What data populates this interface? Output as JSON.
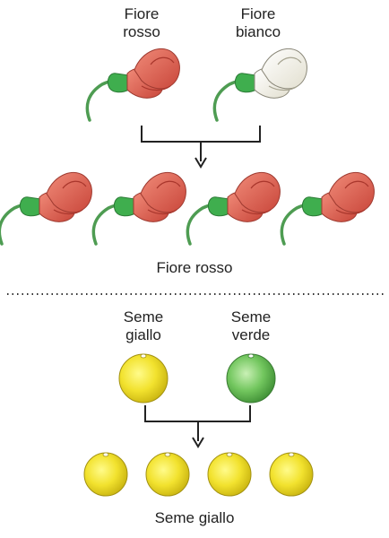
{
  "top": {
    "parent_left_label": "Fiore\nrosso",
    "parent_right_label": "Fiore\nbianco",
    "offspring_label": "Fiore rosso",
    "offspring_count": 4,
    "colors": {
      "red_petal": "#e36a5c",
      "red_dark": "#c0453a",
      "white_petal": "#f6f4ea",
      "sepal": "#4caf50",
      "stem": "#57a55a"
    }
  },
  "bottom": {
    "parent_left_label": "Seme\ngiallo",
    "parent_right_label": "Seme\nverde",
    "offspring_label": "Seme giallo",
    "offspring_count": 4,
    "colors": {
      "yellow": "#f0e030",
      "green": "#6cc35a"
    }
  },
  "divider_style": "dotted"
}
